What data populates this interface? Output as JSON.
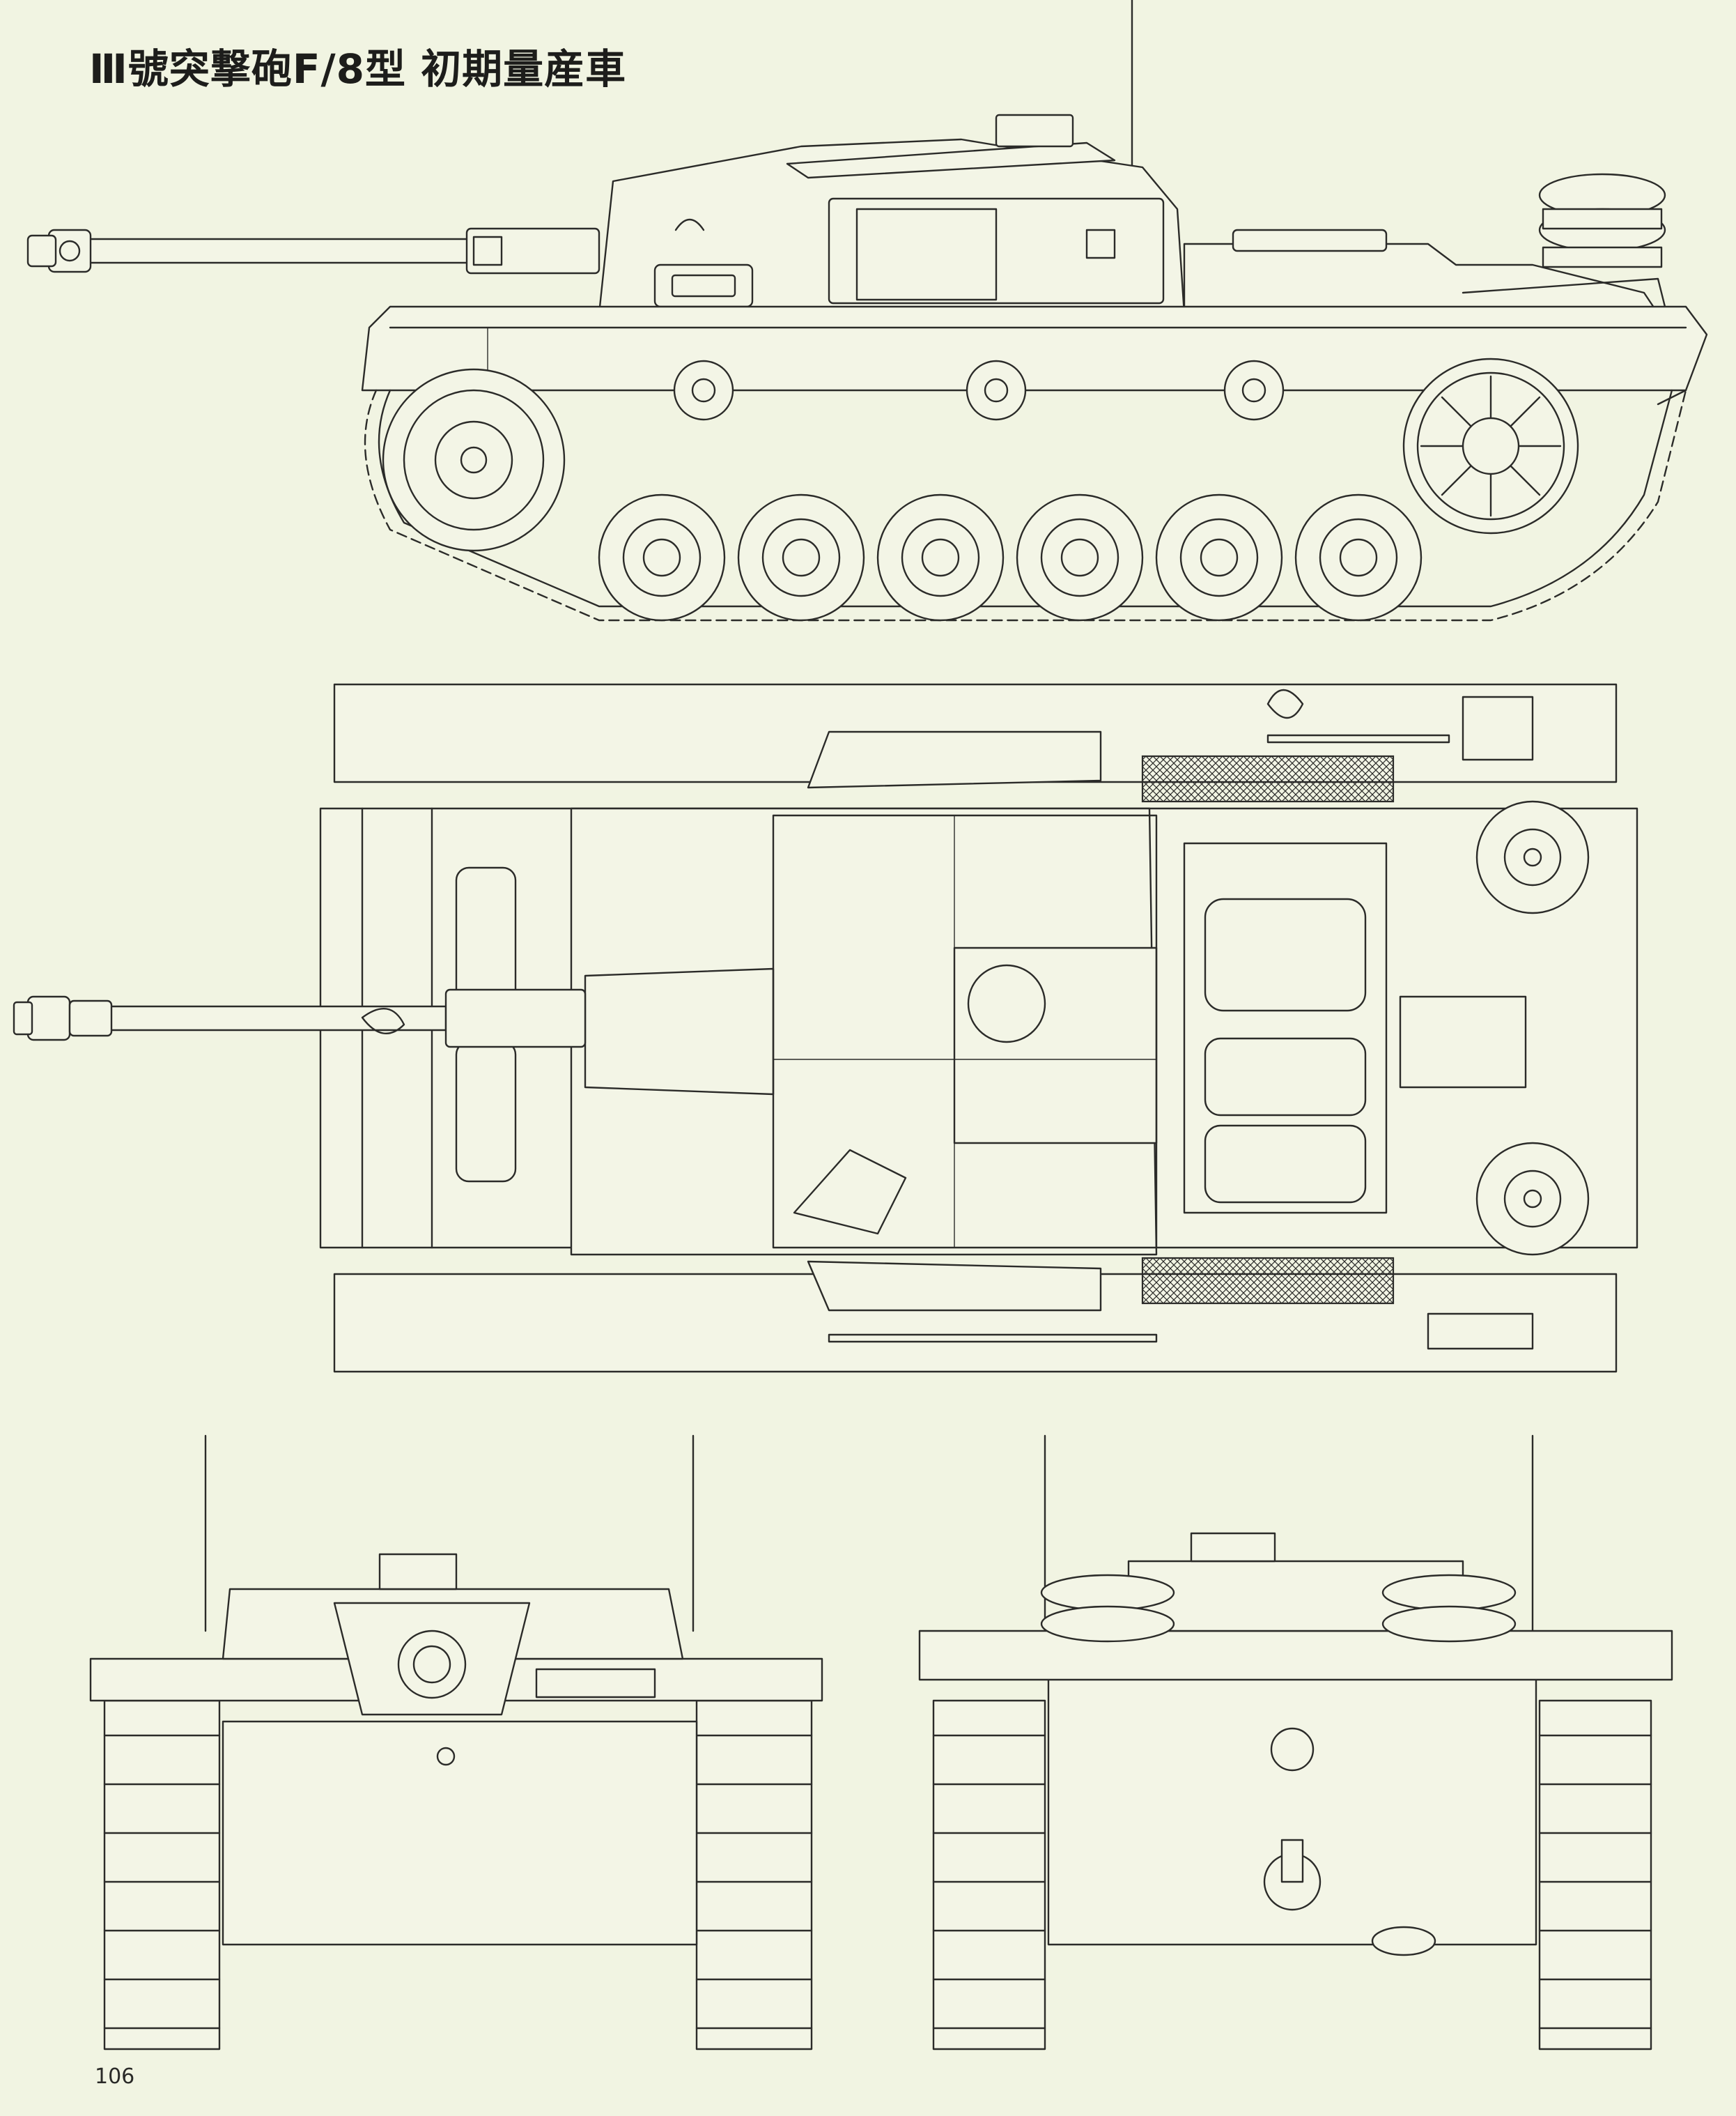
{
  "page": {
    "title": "Ⅲ號突撃砲F/8型 初期量産車",
    "page_number": "106",
    "colors": {
      "paper": "#f1f4e2",
      "ink": "#2b2b29"
    }
  },
  "views": [
    {
      "id": "side",
      "icon": "side-elevation-drawing"
    },
    {
      "id": "top",
      "icon": "plan-view-drawing"
    },
    {
      "id": "front",
      "icon": "front-elevation-drawing"
    },
    {
      "id": "rear",
      "icon": "rear-elevation-drawing"
    }
  ]
}
